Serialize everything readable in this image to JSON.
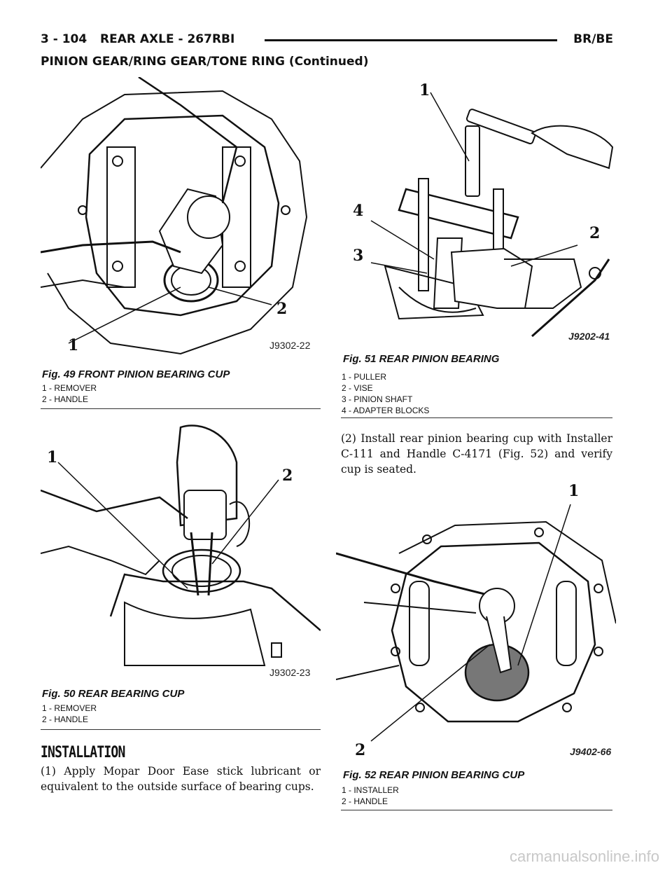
{
  "header": {
    "page_number": "3 - 104",
    "section": "REAR AXLE - 267RBI",
    "model": "BR/BE",
    "continued_title": "PINION GEAR/RING GEAR/TONE RING (Continued)"
  },
  "figures": [
    {
      "code": "J9302-22",
      "caption": "Fig. 49 FRONT PINION BEARING CUP",
      "callouts": [
        "1",
        "2"
      ],
      "legend": [
        "1 - REMOVER",
        "2 - HANDLE"
      ]
    },
    {
      "code": "J9302-23",
      "caption": "Fig. 50 REAR BEARING CUP",
      "callouts": [
        "1",
        "2"
      ],
      "legend": [
        "1 - REMOVER",
        "2 - HANDLE"
      ]
    },
    {
      "code": "J9202-41",
      "caption": "Fig. 51 REAR PINION BEARING",
      "callouts": [
        "1",
        "2",
        "3",
        "4"
      ],
      "legend": [
        "1 - PULLER",
        "2 - VISE",
        "3 - PINION SHAFT",
        "4 - ADAPTER BLOCKS"
      ]
    },
    {
      "code": "J9402-66",
      "caption": "Fig. 52 REAR PINION BEARING CUP",
      "callouts": [
        "1",
        "2"
      ],
      "legend": [
        "1 - INSTALLER",
        "2 - HANDLE"
      ]
    }
  ],
  "installation": {
    "heading": "INSTALLATION",
    "step1": "(1) Apply Mopar Door Ease stick lubricant or equivalent to the outside surface of bearing cups.",
    "step2": "(2) Install rear pinion bearing cup with Installer C-111 and Handle C-4171 (Fig. 52) and verify cup is seated."
  },
  "watermark": "carmanualsonline.info"
}
